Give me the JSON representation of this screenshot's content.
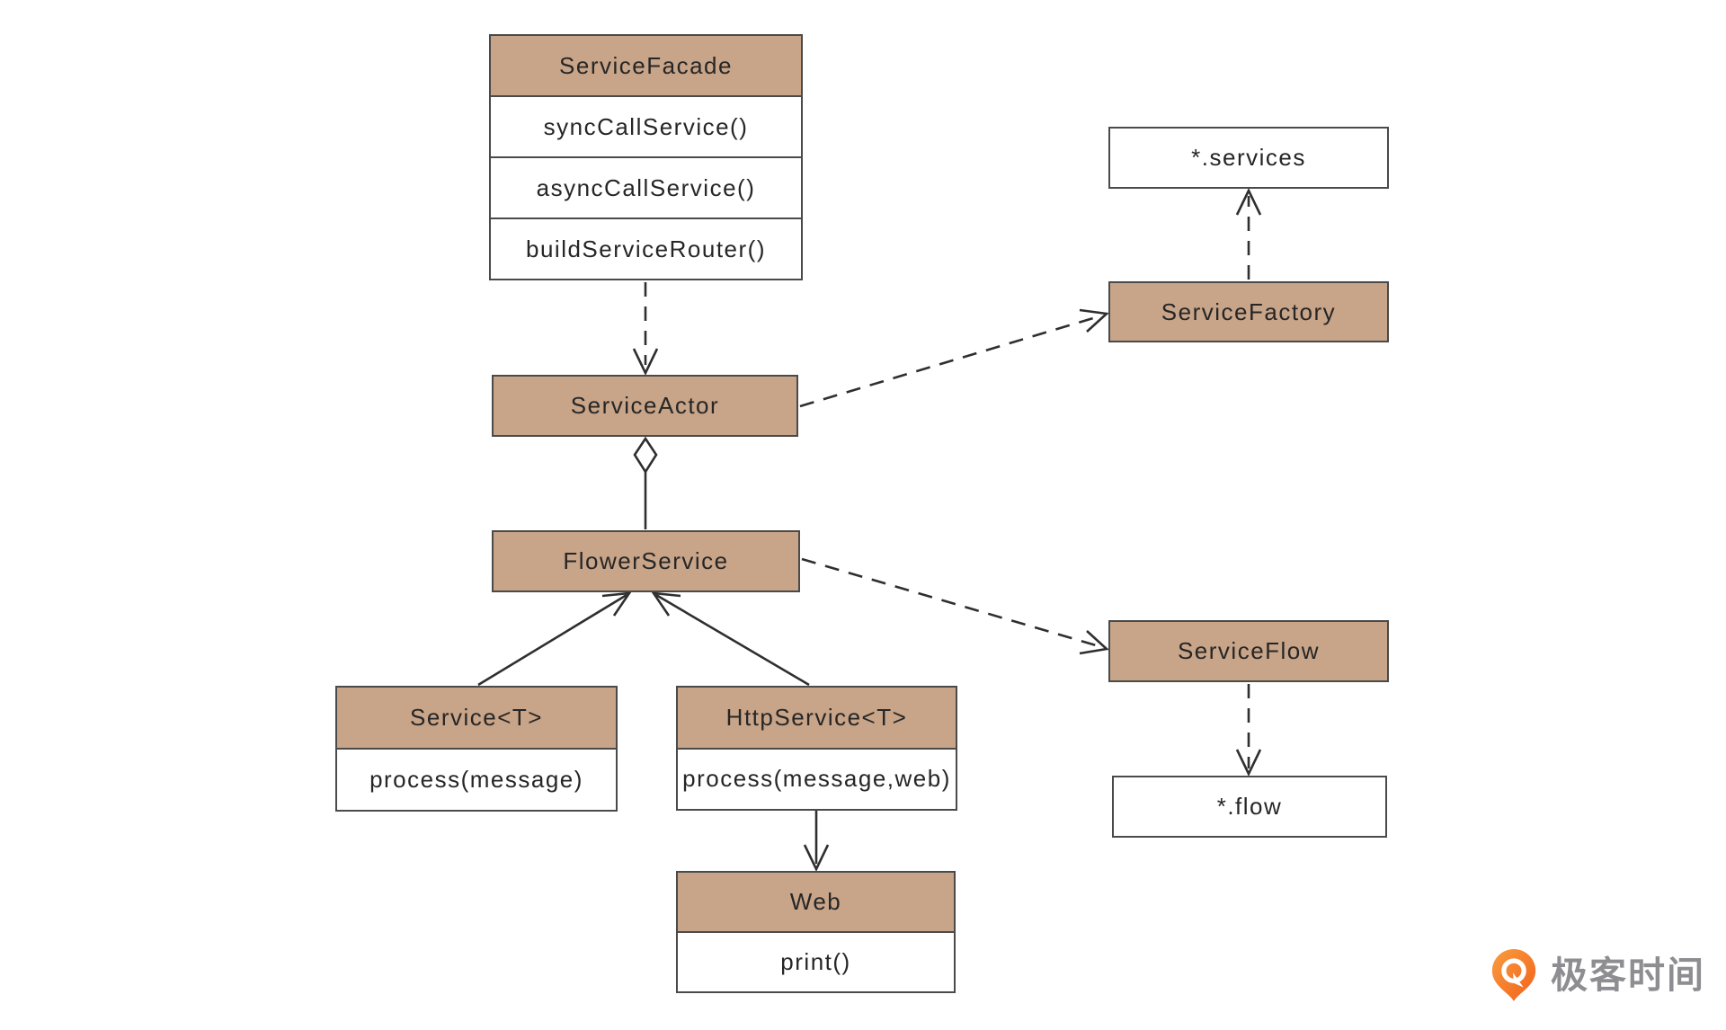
{
  "diagram": {
    "nodes": {
      "service_facade": {
        "title": "ServiceFacade",
        "methods": [
          "syncCallService()",
          "asyncCallService()",
          "buildServiceRouter()"
        ]
      },
      "service_actor": {
        "title": "ServiceActor"
      },
      "flower_service": {
        "title": "FlowerService"
      },
      "service_t": {
        "title": "Service<T>",
        "methods": [
          "process(message)"
        ]
      },
      "http_service_t": {
        "title": "HttpService<T>",
        "methods": [
          "process(message,web)"
        ]
      },
      "web": {
        "title": "Web",
        "methods": [
          "print()"
        ]
      },
      "services_file": {
        "title": "*.services"
      },
      "service_factory": {
        "title": "ServiceFactory"
      },
      "service_flow": {
        "title": "ServiceFlow"
      },
      "flow_file": {
        "title": "*.flow"
      }
    },
    "relationships": [
      {
        "from": "ServiceFacade",
        "to": "ServiceActor",
        "line": "dashed",
        "arrow": "open-arrow-at-target"
      },
      {
        "from": "ServiceActor",
        "to": "ServiceFactory",
        "line": "dashed",
        "arrow": "open-arrow-at-target"
      },
      {
        "from": "ServiceFactory",
        "to": "*.services",
        "line": "dashed",
        "arrow": "open-arrow-at-target"
      },
      {
        "from": "ServiceActor",
        "to": "FlowerService",
        "line": "solid",
        "arrow": "hollow-diamond-at-source"
      },
      {
        "from": "Service<T>",
        "to": "FlowerService",
        "line": "solid",
        "arrow": "open-arrow-at-parent"
      },
      {
        "from": "HttpService<T>",
        "to": "FlowerService",
        "line": "solid",
        "arrow": "open-arrow-at-parent"
      },
      {
        "from": "FlowerService",
        "to": "ServiceFlow",
        "line": "dashed",
        "arrow": "open-arrow-at-target"
      },
      {
        "from": "ServiceFlow",
        "to": "*.flow",
        "line": "dashed",
        "arrow": "open-arrow-at-target"
      },
      {
        "from": "HttpService<T>",
        "to": "Web",
        "line": "solid",
        "arrow": "open-arrow-at-target"
      }
    ],
    "colors": {
      "header_fill": "#c8a488",
      "box_border": "#4a4a4a",
      "line": "#2f2f2f",
      "text": "#262626",
      "background": "#ffffff"
    }
  },
  "branding": {
    "logo_icon": "geektime-pin-icon",
    "logo_text": "极客时间",
    "logo_orange_start": "#f99d3e",
    "logo_orange_end": "#f2601c",
    "logo_text_color": "#8e8e92"
  }
}
